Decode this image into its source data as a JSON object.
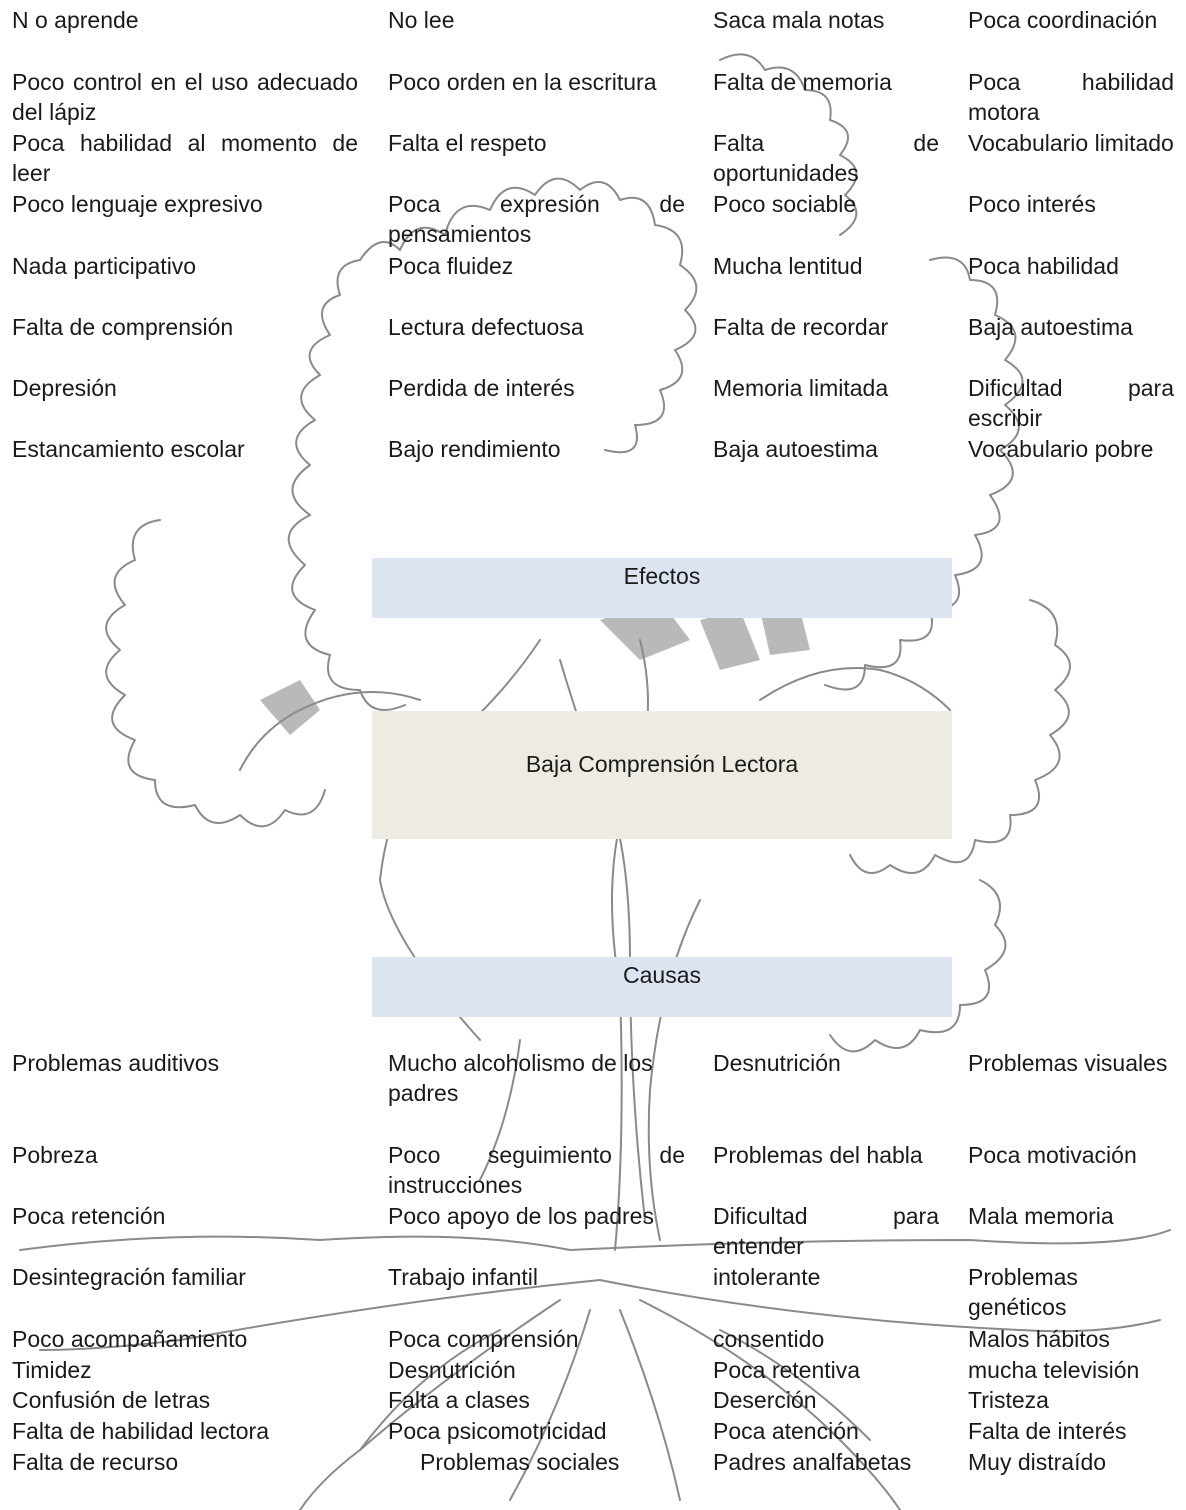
{
  "effects": {
    "heading": "Efectos",
    "rows": [
      [
        "N o aprende",
        "No lee",
        "Saca mala notas",
        "Poca coordinación"
      ],
      [
        "Poco control en el uso adecuado del lápiz",
        "Poco orden en la escritura",
        "Falta de memoria",
        "Poca habilidad motora"
      ],
      [
        "Poca habilidad al momento de leer",
        "Falta el respeto",
        "Falta de oportunidades",
        "Vocabulario limitado"
      ],
      [
        "Poco lenguaje expresivo",
        "Poca expresión de pensamientos",
        "Poco sociable",
        "Poco interés"
      ],
      [
        "Nada participativo",
        "Poca fluidez",
        "Mucha lentitud",
        "Poca habilidad"
      ],
      [
        "Falta de comprensión",
        "Lectura defectuosa",
        "Falta de recordar",
        "Baja autoestima"
      ],
      [
        "Depresión",
        "Perdida de interés",
        "Memoria limitada",
        "Dificultad para escribir"
      ],
      [
        "Estancamiento escolar",
        "Bajo rendimiento",
        "Baja autoestima",
        "Vocabulario pobre"
      ]
    ]
  },
  "problem": "Baja Comprensión Lectora",
  "causes": {
    "heading": "Causas",
    "rows": [
      [
        "Problemas auditivos",
        "Mucho alcoholismo de los padres",
        "Desnutrición",
        "Problemas visuales"
      ],
      [
        "Pobreza",
        "Poco seguimiento de instrucciones",
        "Problemas del habla",
        "Poca motivación"
      ],
      [
        "Poca retención",
        "Poco apoyo de los padres",
        "Dificultad para entender",
        "Mala memoria"
      ],
      [
        "Desintegración familiar",
        "Trabajo infantil",
        "intolerante",
        "Problemas genéticos"
      ],
      [
        "Poco acompañamiento",
        "Poca comprensión",
        "consentido",
        "Malos hábitos"
      ],
      [
        "Timidez",
        "Desnutrición",
        "Poca retentiva",
        "mucha televisión"
      ],
      [
        "Confusión de letras",
        "Falta a clases",
        "Deserción",
        "Tristeza"
      ],
      [
        "Falta de habilidad lectora",
        "Poca psicomotricidad",
        "Poca atención",
        "Falta de interés"
      ],
      [
        "Falta de recurso",
        "Problemas sociales",
        "Padres analfabetas",
        "Muy distraído"
      ]
    ]
  }
}
